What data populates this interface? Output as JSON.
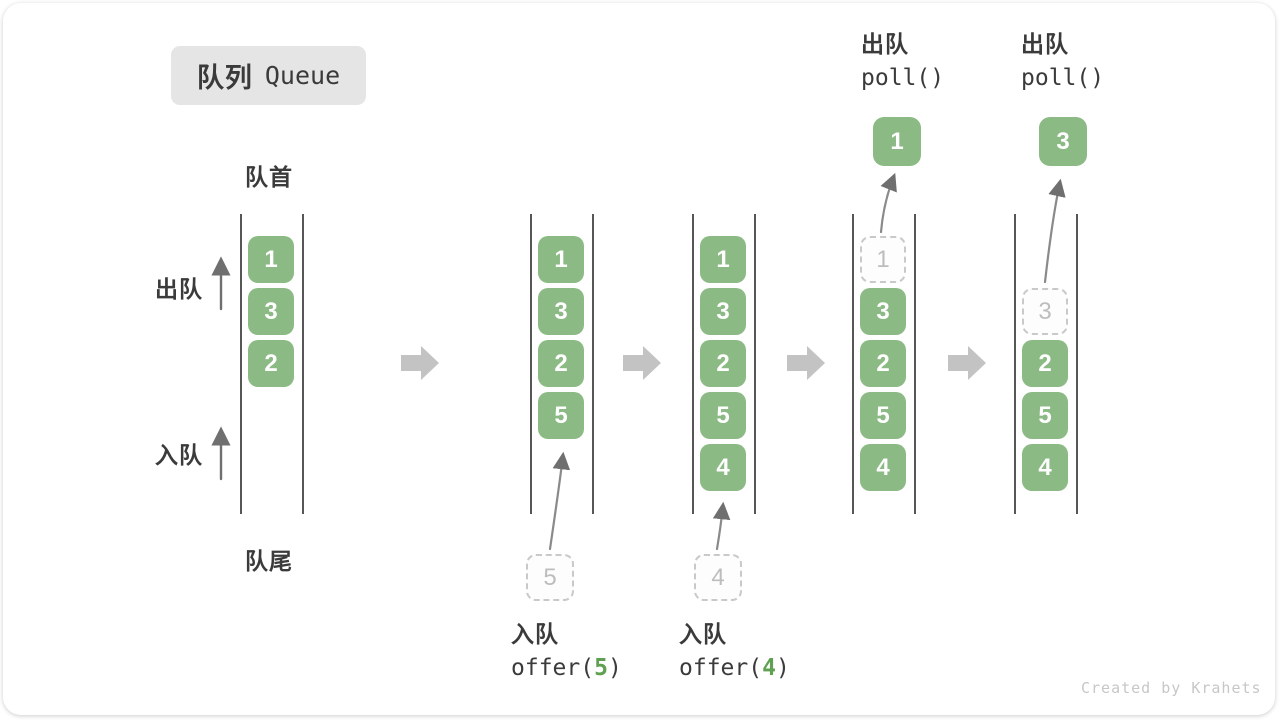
{
  "title": {
    "zh": "队列",
    "en": "Queue"
  },
  "side_labels": {
    "front": "队首",
    "rear": "队尾",
    "dequeue": "出队",
    "enqueue": "入队"
  },
  "queue_states": [
    {
      "name": "initial",
      "items": [
        {
          "value": "1",
          "slot": 0,
          "state": "filled"
        },
        {
          "value": "3",
          "slot": 1,
          "state": "filled"
        },
        {
          "value": "2",
          "slot": 2,
          "state": "filled"
        }
      ]
    },
    {
      "name": "after-offer-5",
      "items": [
        {
          "value": "1",
          "slot": 0,
          "state": "filled"
        },
        {
          "value": "3",
          "slot": 1,
          "state": "filled"
        },
        {
          "value": "2",
          "slot": 2,
          "state": "filled"
        },
        {
          "value": "5",
          "slot": 3,
          "state": "filled"
        }
      ]
    },
    {
      "name": "after-offer-4",
      "items": [
        {
          "value": "1",
          "slot": 0,
          "state": "filled"
        },
        {
          "value": "3",
          "slot": 1,
          "state": "filled"
        },
        {
          "value": "2",
          "slot": 2,
          "state": "filled"
        },
        {
          "value": "5",
          "slot": 3,
          "state": "filled"
        },
        {
          "value": "4",
          "slot": 4,
          "state": "filled"
        }
      ]
    },
    {
      "name": "after-poll-1",
      "items": [
        {
          "value": "1",
          "slot": 0,
          "state": "ghost"
        },
        {
          "value": "3",
          "slot": 1,
          "state": "filled"
        },
        {
          "value": "2",
          "slot": 2,
          "state": "filled"
        },
        {
          "value": "5",
          "slot": 3,
          "state": "filled"
        },
        {
          "value": "4",
          "slot": 4,
          "state": "filled"
        }
      ]
    },
    {
      "name": "after-poll-3",
      "items": [
        {
          "value": "3",
          "slot": 1,
          "state": "ghost"
        },
        {
          "value": "2",
          "slot": 2,
          "state": "filled"
        },
        {
          "value": "5",
          "slot": 3,
          "state": "filled"
        },
        {
          "value": "4",
          "slot": 4,
          "state": "filled"
        }
      ]
    }
  ],
  "pending_boxes": [
    {
      "value": "5"
    },
    {
      "value": "4"
    }
  ],
  "popped_boxes": [
    {
      "value": "1"
    },
    {
      "value": "3"
    }
  ],
  "operations": {
    "enqueue1": {
      "label": "入队",
      "code_before": "offer(",
      "arg": "5",
      "code_after": ")"
    },
    "enqueue2": {
      "label": "入队",
      "code_before": "offer(",
      "arg": "4",
      "code_after": ")"
    },
    "dequeue1": {
      "label": "出队",
      "code": "poll()"
    },
    "dequeue2": {
      "label": "出队",
      "code": "poll()"
    }
  },
  "watermark": "Created by Krahets",
  "colors": {
    "box_green": "#8cba85",
    "arg_green": "#5fa052",
    "ghost_border": "#c9c9c9",
    "ghost_text": "#bdbdbd",
    "flow_arrow": "#c3c3c3",
    "thin_arrow": "#7a7a7a",
    "label_dark": "#3b3b3b",
    "title_bg": "#e5e5e5",
    "watermark": "#c7c7c7"
  }
}
